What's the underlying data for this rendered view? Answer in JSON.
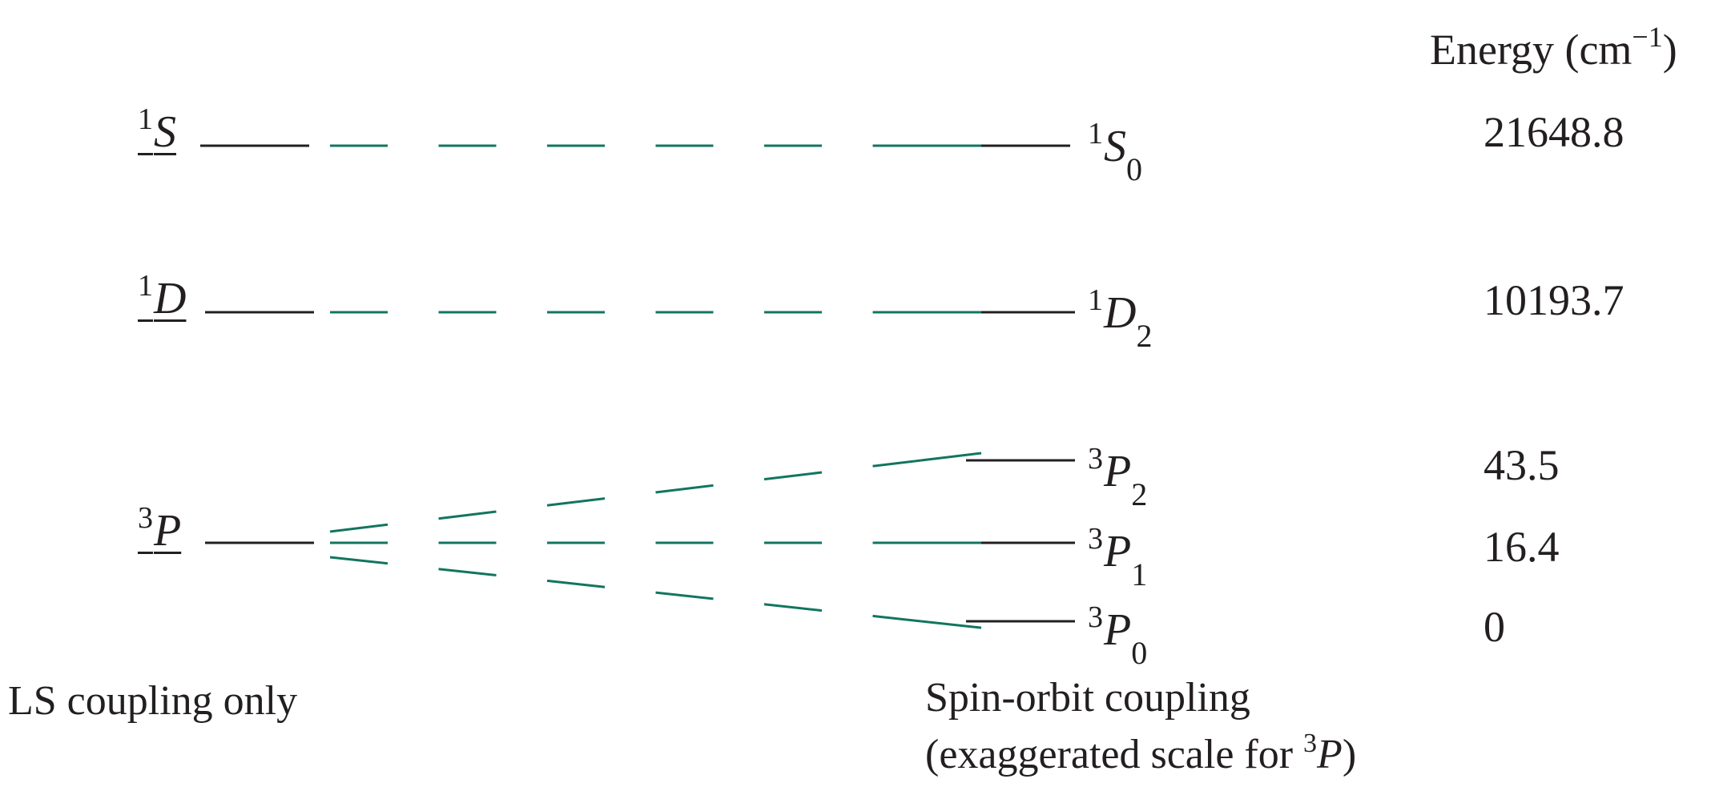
{
  "header": {
    "energy_prefix": "Energy (cm",
    "energy_exponent": "−1",
    "energy_suffix": ")"
  },
  "left_terms": {
    "S": {
      "superscript": "1",
      "letter": "S"
    },
    "D": {
      "superscript": "1",
      "letter": "D"
    },
    "P": {
      "superscript": "3",
      "letter": "P"
    }
  },
  "right_levels": [
    {
      "superscript": "1",
      "letter": "S",
      "subscript": "0",
      "energy": "21648.8"
    },
    {
      "superscript": "1",
      "letter": "D",
      "subscript": "2",
      "energy": "10193.7"
    },
    {
      "superscript": "3",
      "letter": "P",
      "subscript": "2",
      "energy": "43.5"
    },
    {
      "superscript": "3",
      "letter": "P",
      "subscript": "1",
      "energy": "16.4"
    },
    {
      "superscript": "3",
      "letter": "P",
      "subscript": "0",
      "energy": "0"
    }
  ],
  "captions": {
    "left": "LS coupling only",
    "right_line1": "Spin-orbit coupling",
    "right_line2_prefix": "(exaggerated scale for ",
    "right_line2_sup": "3",
    "right_line2_letter": "P",
    "right_line2_suffix": ")"
  },
  "colors": {
    "level_line": "#231f20",
    "correlation_dash": "#127560"
  }
}
